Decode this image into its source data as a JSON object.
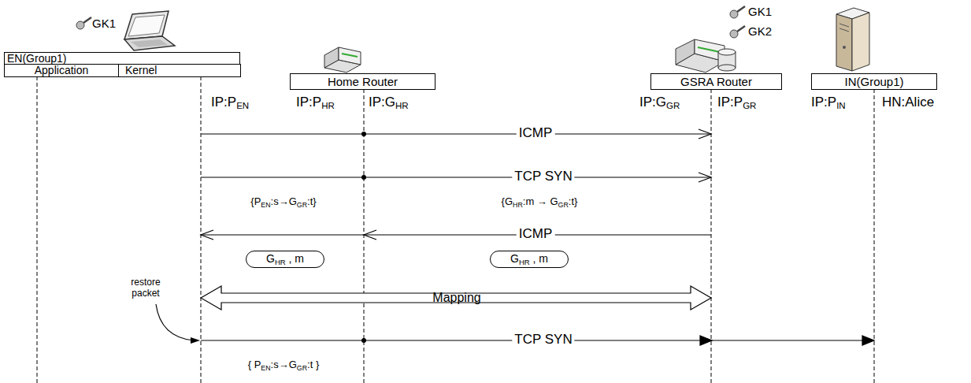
{
  "diagram": {
    "nodes": [
      {
        "text": [
          "EN(Group1)"
        ]
      },
      {
        "text": [
          "Application"
        ],
        "in": 0
      },
      {
        "text": [
          "Kernel"
        ],
        "in": 0
      },
      {
        "text": [
          "Home Router"
        ]
      },
      {
        "text": [
          "GSRA Router"
        ]
      },
      {
        "text": [
          "IN(Group1)"
        ]
      },
      {
        "text": [
          "GHR , m"
        ]
      },
      {
        "text": [
          "GHR , m"
        ]
      }
    ],
    "labels": [
      "GK1",
      "GK1",
      "GK2",
      "IP:PEN",
      "IP:PHR",
      "IP:GHR",
      "IP:GGR",
      "IP:PGR",
      "IP:PIN",
      "HN:Alice",
      "ICMP",
      "TCP SYN",
      "{PEN:s→GGR:t}",
      "{GHR:m → GGR:t}",
      "ICMP",
      "restore packet",
      "Mapping",
      "TCP SYN",
      "{ PEN:s→GGR:t }"
    ]
  }
}
